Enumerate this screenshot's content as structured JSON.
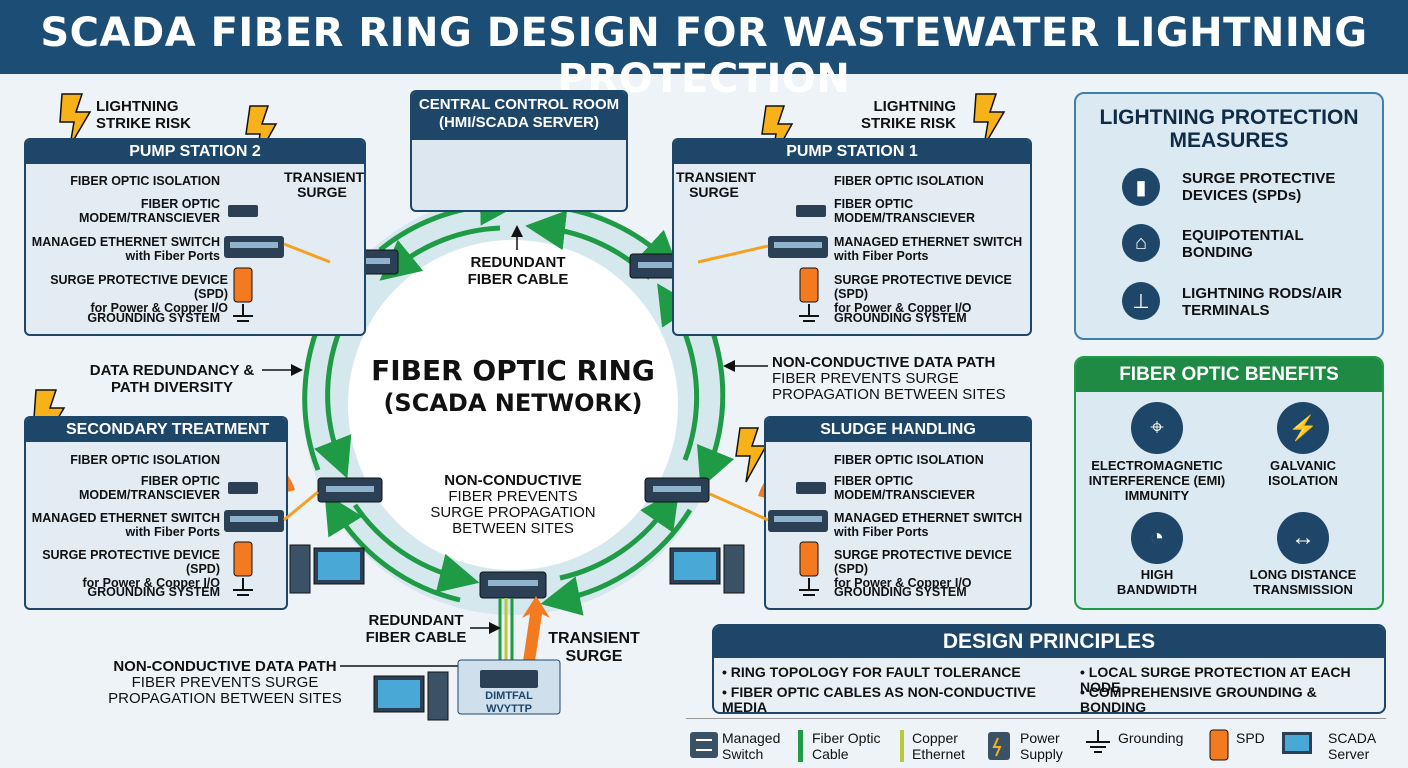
{
  "title": "SCADA FIBER RING DESIGN FOR WASTEWATER LIGHTNING PROTECTION",
  "control_room": {
    "line1": "CENTRAL CONTROL ROOM",
    "line2": "(HMI/SCADA SERVER)"
  },
  "ring": {
    "line1": "FIBER OPTIC RING",
    "line2": "(SCADA NETWORK)"
  },
  "lightning": {
    "line1": "LIGHTNING",
    "line2": "STRIKE RISK"
  },
  "transient": {
    "line1": "TRANSIENT",
    "line2": "SURGE"
  },
  "station_labels": {
    "fiber_isolation": "FIBER OPTIC ISOLATION",
    "modem1": "FIBER OPTIC",
    "modem2": "MODEM/TRANSCIEVER",
    "switch1": "MANAGED ETHERNET SWITCH",
    "switch2": "with Fiber Ports",
    "spd1": "SURGE PROTECTIVE DEVICE (SPD)",
    "spd2": "for Power & Copper I/O",
    "grounding": "GROUNDING SYSTEM"
  },
  "stations": {
    "ps2": "PUMP STATION 2",
    "ps1": "PUMP STATION 1",
    "secondary": "SECONDARY TREATMENT",
    "sludge": "SLUDGE HANDLING"
  },
  "callouts": {
    "redundant_top": {
      "line1": "REDUNDANT",
      "line2": "FIBER CABLE"
    },
    "data_redundancy": {
      "line1": "DATA REDUNDANCY &",
      "line2": "PATH DIVERSITY"
    },
    "nonconductive_right": {
      "line1": "NON-CONDUCTIVE DATA PATH",
      "line2": "FIBER PREVENTS SURGE",
      "line3": "PROPAGATION BETWEEN SITES"
    },
    "nonconductive_center": {
      "line1": "NON-CONDUCTIVE",
      "line2": "FIBER PREVENTS",
      "line3": "SURGE PROPAGATION",
      "line4": "BETWEEN SITES"
    },
    "redundant_bottom": {
      "line1": "REDUNDANT",
      "line2": "FIBER CABLE"
    },
    "transient_bottom": {
      "line1": "TRANSIENT",
      "line2": "SURGE"
    },
    "nonconductive_bottom": {
      "line1": "NON-CONDUCTIVE DATA PATH",
      "line2": "FIBER PREVENTS SURGE",
      "line3": "PROPAGATION BETWEEN SITES"
    }
  },
  "bottom_node": {
    "line1": "DIMTFAL",
    "line2": "WVYTTP"
  },
  "measures": {
    "title1": "LIGHTNING PROTECTION",
    "title2": "MEASURES",
    "items": [
      {
        "l1": "SURGE PROTECTIVE",
        "l2": "DEVICES (SPDs)",
        "icon": "surge-protector-icon"
      },
      {
        "l1": "EQUIPOTENTIAL",
        "l2": "BONDING",
        "icon": "bonding-icon"
      },
      {
        "l1": "LIGHTNING RODS/AIR",
        "l2": "TERMINALS",
        "icon": "lightning-rod-icon"
      }
    ]
  },
  "benefits": {
    "title": "FIBER OPTIC BENEFITS",
    "items": [
      {
        "l1": "ELECTROMAGNETIC",
        "l2": "INTERFERENCE (EMI)",
        "l3": "IMMUNITY",
        "icon": "antenna-icon"
      },
      {
        "l1": "GALVANIC",
        "l2": "ISOLATION",
        "l3": "",
        "icon": "bolt-icon"
      },
      {
        "l1": "HIGH",
        "l2": "BANDWIDTH",
        "l3": "",
        "icon": "gauge-icon"
      },
      {
        "l1": "LONG DISTANCE",
        "l2": "TRANSMISSION",
        "l3": "",
        "icon": "double-arrow-icon"
      }
    ]
  },
  "principles": {
    "title": "DESIGN PRINCIPLES",
    "items": [
      "• RING TOPOLOGY FOR FAULT TOLERANCE",
      "• LOCAL SURGE PROTECTION AT EACH NODE",
      "• FIBER OPTIC CABLES AS NON-CONDUCTIVE MEDIA",
      "• COMPREHENSIVE GROUNDING & BONDING"
    ]
  },
  "legend": [
    {
      "l1": "Managed",
      "l2": "Switch"
    },
    {
      "l1": "Fiber Optic",
      "l2": "Cable"
    },
    {
      "l1": "Copper",
      "l2": "Ethernet"
    },
    {
      "l1": "Power",
      "l2": "Supply"
    },
    {
      "l1": "Grounding",
      "l2": ""
    },
    {
      "l1": "SPD",
      "l2": ""
    },
    {
      "l1": "SCADA",
      "l2": "Server"
    }
  ],
  "colors": {
    "navy": "#1d4669",
    "fiber_green": "#1f9a45",
    "surge_orange": "#f47a20",
    "copper_yellow": "#b9c93a",
    "bolt_yellow": "#f7b21a"
  }
}
